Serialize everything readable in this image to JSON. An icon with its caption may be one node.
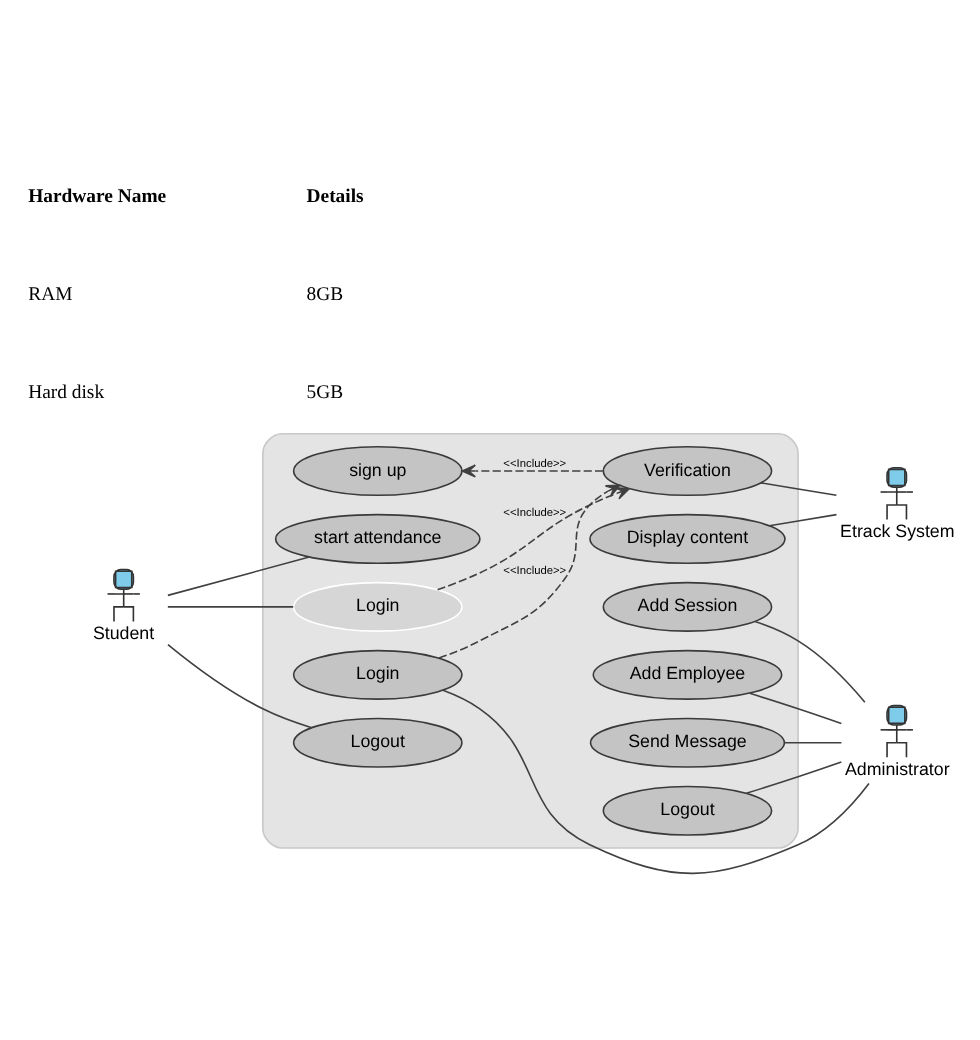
{
  "diagram": {
    "nodes": [
      {
        "text": [],
        "shape": "box"
      },
      {
        "text": [
          "Logout"
        ],
        "in": 0
      },
      {
        "text": [
          "Send Message"
        ],
        "in": 0
      },
      {
        "text": [
          "Login"
        ],
        "in": 0
      },
      {
        "text": [
          "Administrator"
        ]
      },
      {
        "text": [
          "Add Employee"
        ],
        "in": 0
      },
      {
        "text": [
          "Logout"
        ],
        "in": 0
      },
      {
        "text": [
          "Add Session"
        ],
        "in": 0
      },
      {
        "text": [
          "Student"
        ]
      },
      {
        "text": [
          "Login"
        ],
        "in": 0
      },
      {
        "text": [
          "Display content"
        ],
        "in": 0
      },
      {
        "text": [
          "start attendance"
        ],
        "in": 0
      },
      {
        "text": [
          "Verification"
        ],
        "in": 0
      },
      {
        "text": [
          "Etrack System"
        ]
      },
      {
        "text": [
          "sign up"
        ],
        "in": 0
      }
    ],
    "edges": [
      {
        "from": 3,
        "to": 12,
        "arrow": "to",
        "style": "dashed",
        "label": "<<Include>>"
      },
      {
        "from": 9,
        "to": 12,
        "arrow": "to",
        "style": "dashed",
        "label": "<<Include>>"
      },
      {
        "from": 12,
        "to": 14,
        "arrow": "to",
        "style": "dashed",
        "label": "<<Include>>"
      },
      {
        "from": 10,
        "to": 13,
        "arrow": "none"
      },
      {
        "from": 12,
        "to": 13,
        "arrow": "none"
      },
      {
        "from": 8,
        "to": 6,
        "arrow": "none"
      },
      {
        "from": 8,
        "to": 9,
        "arrow": "none"
      },
      {
        "from": 8,
        "to": 11,
        "arrow": "none"
      },
      {
        "from": 1,
        "to": 4,
        "arrow": "none"
      },
      {
        "from": 2,
        "to": 4,
        "arrow": "none"
      },
      {
        "from": 3,
        "to": 4,
        "arrow": "none"
      },
      {
        "from": 5,
        "to": 4,
        "arrow": "none"
      },
      {
        "from": 7,
        "to": 4,
        "arrow": "none"
      }
    ],
    "labels": [
      "Hardware Name",
      "Details",
      "RAM",
      "8GB",
      "Hard disk",
      "5GB"
    ]
  }
}
